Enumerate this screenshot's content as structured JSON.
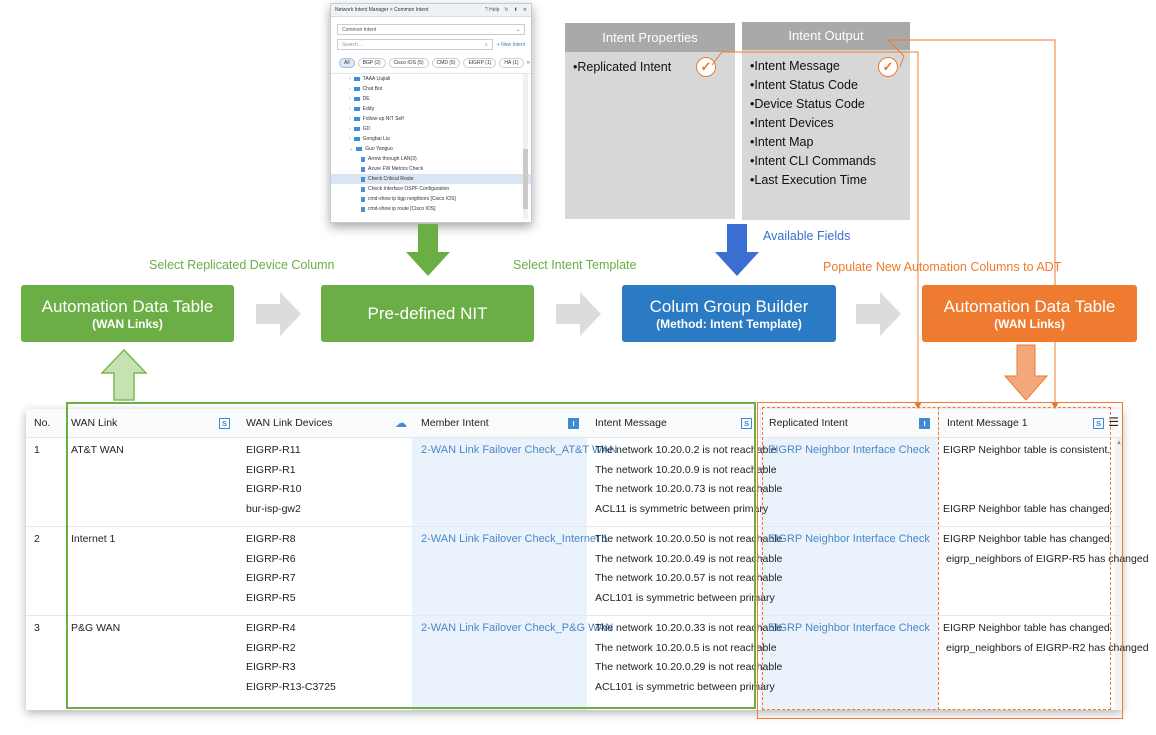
{
  "nit_window": {
    "breadcrumb": "Network Intent Manager > Common Intent",
    "help": "Help",
    "select_value": "Common Intent",
    "search_placeholder": "Search...",
    "new_intent": "+ New Intent",
    "filters": [
      "All",
      "BGP (2)",
      "Cisco IOS (5)",
      "CMD (5)",
      "EIGRP (1)",
      "HA (1)"
    ],
    "folders": [
      "TAAA Liujiali",
      "Chat Bot",
      "DE",
      "Eddy",
      "Follow-up NIT Self",
      "GD",
      "Gongbai Liu",
      "Guo Yanguo"
    ],
    "intents": [
      "Arrow through LAN(3)",
      "Azure FW Metrics Check",
      "Check Critical Route",
      "Check Interface OSPF Configuration",
      "cmd-show ip bgp neighbors [Cisco IOS]",
      "cmd-show ip route [Cisco IOS]"
    ]
  },
  "intent_properties": {
    "title": "Intent Properties",
    "items": [
      "•Replicated Intent"
    ]
  },
  "intent_output": {
    "title": "Intent Output",
    "items": [
      "•Intent Message",
      "•Intent Status Code",
      "•Device Status Code",
      "•Intent Devices",
      "•Intent Map",
      "•Intent CLI Commands",
      "•Last Execution Time"
    ]
  },
  "captions": {
    "select_replicated": "Select Replicated Device Column",
    "select_template": "Select Intent Template",
    "available_fields": "Available Fields",
    "populate": "Populate New Automation Columns to ADT"
  },
  "flow": {
    "adt_in_title": "Automation Data Table",
    "adt_in_sub": "(WAN Links)",
    "nit_title": "Pre-defined NIT",
    "cgb_title": "Colum Group Builder",
    "cgb_sub": "(Method: Intent Template)",
    "adt_out_title": "Automation Data Table",
    "adt_out_sub": "(WAN Links)"
  },
  "table": {
    "headers": [
      "No.",
      "WAN Link",
      "WAN Link Devices",
      "Member Intent",
      "Intent Message",
      "Replicated Intent",
      "Intent Message 1"
    ],
    "badge_s": "S",
    "badge_i": "I",
    "rows": [
      {
        "no": "1",
        "wan_link": "AT&T WAN",
        "devices": [
          "EIGRP-R11",
          "EIGRP-R1",
          "EIGRP-R10",
          "bur-isp-gw2"
        ],
        "member_intent": "2-WAN Link Failover Check_AT&T WAN",
        "messages": [
          "The network 10.20.0.2 is not reachable",
          "The network 10.20.0.9 is not reachable",
          "The network 10.20.0.73 is not reachable",
          "ACL11 is symmetric between primary"
        ],
        "replicated_intent": "EIGRP Neighbor Interface Check",
        "message1": [
          "EIGRP Neighbor table is consistent.",
          "",
          "",
          "EIGRP Neighbor table has changed."
        ]
      },
      {
        "no": "2",
        "wan_link": "Internet 1",
        "devices": [
          "EIGRP-R8",
          "EIGRP-R6",
          "EIGRP-R7",
          "EIGRP-R5"
        ],
        "member_intent": "2-WAN Link Failover Check_Internet 1",
        "messages": [
          "The network 10.20.0.50 is not reachable",
          "The network 10.20.0.49 is not reachable",
          "The network 10.20.0.57 is not reachable",
          "ACL101 is symmetric between primary"
        ],
        "replicated_intent": "EIGRP Neighbor Interface Check",
        "message1": [
          "EIGRP Neighbor table has changed.",
          "eigrp_neighbors of EIGRP-R5 has changed",
          "",
          ""
        ]
      },
      {
        "no": "3",
        "wan_link": "P&G WAN",
        "devices": [
          "EIGRP-R4",
          "EIGRP-R2",
          "EIGRP-R3",
          "EIGRP-R13-C3725"
        ],
        "member_intent": "2-WAN Link Failover Check_P&G WAN",
        "messages": [
          "The network 10.20.0.33 is not reachable",
          "The network 10.20.0.5 is not reachable",
          "The network 10.20.0.29 is not reachable",
          "ACL101 is symmetric between primary"
        ],
        "replicated_intent": "EIGRP Neighbor Interface Check",
        "message1": [
          "EIGRP Neighbor table has changed.",
          "eigrp_neighbors of EIGRP-R2 has changed",
          "",
          ""
        ]
      }
    ]
  },
  "colors": {
    "green": "#6aae45",
    "blue": "#2a7ac4",
    "orange": "#ee7b2f",
    "gray_head": "#a9a9a9",
    "gray_body": "#d7d7d7"
  }
}
